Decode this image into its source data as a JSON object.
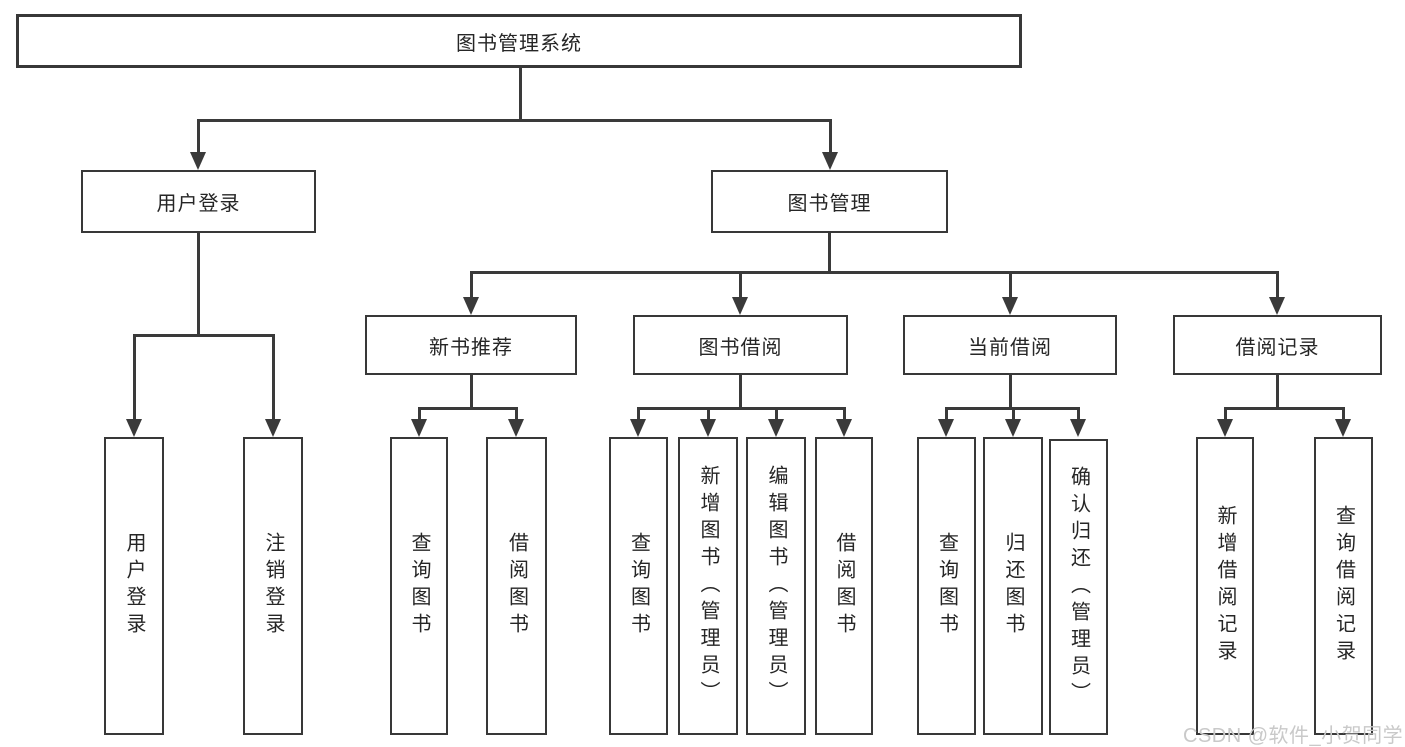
{
  "diagram": {
    "title": {
      "label": "图书管理系统"
    },
    "branches": [
      {
        "label": "用户登录",
        "children": [
          {
            "label": "用户登录"
          },
          {
            "label": "注销登录"
          }
        ]
      },
      {
        "label": "图书管理",
        "children": [
          {
            "label": "新书推荐",
            "children": [
              {
                "label": "查询图书"
              },
              {
                "label": "借阅图书"
              }
            ]
          },
          {
            "label": "图书借阅",
            "children": [
              {
                "label": "查询图书"
              },
              {
                "label": "新增图书（管理员）"
              },
              {
                "label": "编辑图书（管理员）"
              },
              {
                "label": "借阅图书"
              }
            ]
          },
          {
            "label": "当前借阅",
            "children": [
              {
                "label": "查询图书"
              },
              {
                "label": "归还图书"
              },
              {
                "label": "确认归还（管理员）"
              }
            ]
          },
          {
            "label": "借阅记录",
            "children": [
              {
                "label": "新增借阅记录"
              },
              {
                "label": "查询借阅记录"
              }
            ]
          }
        ]
      }
    ]
  },
  "watermark": {
    "text": "CSDN @软件_小贺同学"
  },
  "colors": {
    "line": "#3a3a3a",
    "text": "#262626",
    "background": "#ffffff",
    "watermark": "#c9c9c9"
  }
}
